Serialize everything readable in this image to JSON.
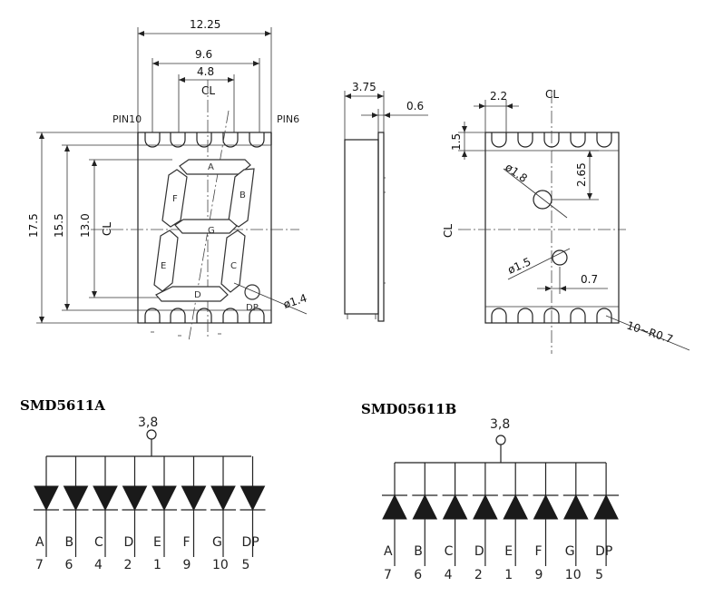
{
  "front_view": {
    "pin_labels": {
      "left": "PIN10",
      "right": "PIN6"
    },
    "dims": {
      "overall_width": "12.25",
      "inner_width": "9.6",
      "half_width": "4.8",
      "height_total": "17.5",
      "height_mid": "15.5",
      "height_digit": "13.0",
      "dp_diameter": "ø1.4"
    },
    "centerline_mark": "CL",
    "segments": [
      "A",
      "B",
      "C",
      "D",
      "E",
      "F",
      "G",
      "DP"
    ]
  },
  "side_view": {
    "dims": {
      "depth": "3.75",
      "lead": "0.6"
    }
  },
  "bottom_view": {
    "centerline_mark": "CL",
    "dims": {
      "pitch": "2.2",
      "pad_height": "1.5",
      "hole_upper": "ø1.8",
      "hole_offset": "2.65",
      "hole_lower": "ø1.5",
      "hole_lower_offset": "0.7",
      "radius_note": "10~R0.7"
    }
  },
  "schematics": [
    {
      "title": "SMD5611A",
      "common_pin": "3,8",
      "diode_direction": "down",
      "pins": [
        {
          "segment": "A",
          "number": "7"
        },
        {
          "segment": "B",
          "number": "6"
        },
        {
          "segment": "C",
          "number": "4"
        },
        {
          "segment": "D",
          "number": "2"
        },
        {
          "segment": "E",
          "number": "1"
        },
        {
          "segment": "F",
          "number": "9"
        },
        {
          "segment": "G",
          "number": "10"
        },
        {
          "segment": "DP",
          "number": "5"
        }
      ]
    },
    {
      "title": "SMD05611B",
      "common_pin": "3,8",
      "diode_direction": "up",
      "pins": [
        {
          "segment": "A",
          "number": "7"
        },
        {
          "segment": "B",
          "number": "6"
        },
        {
          "segment": "C",
          "number": "4"
        },
        {
          "segment": "D",
          "number": "2"
        },
        {
          "segment": "E",
          "number": "1"
        },
        {
          "segment": "F",
          "number": "9"
        },
        {
          "segment": "G",
          "number": "10"
        },
        {
          "segment": "DP",
          "number": "5"
        }
      ]
    }
  ]
}
